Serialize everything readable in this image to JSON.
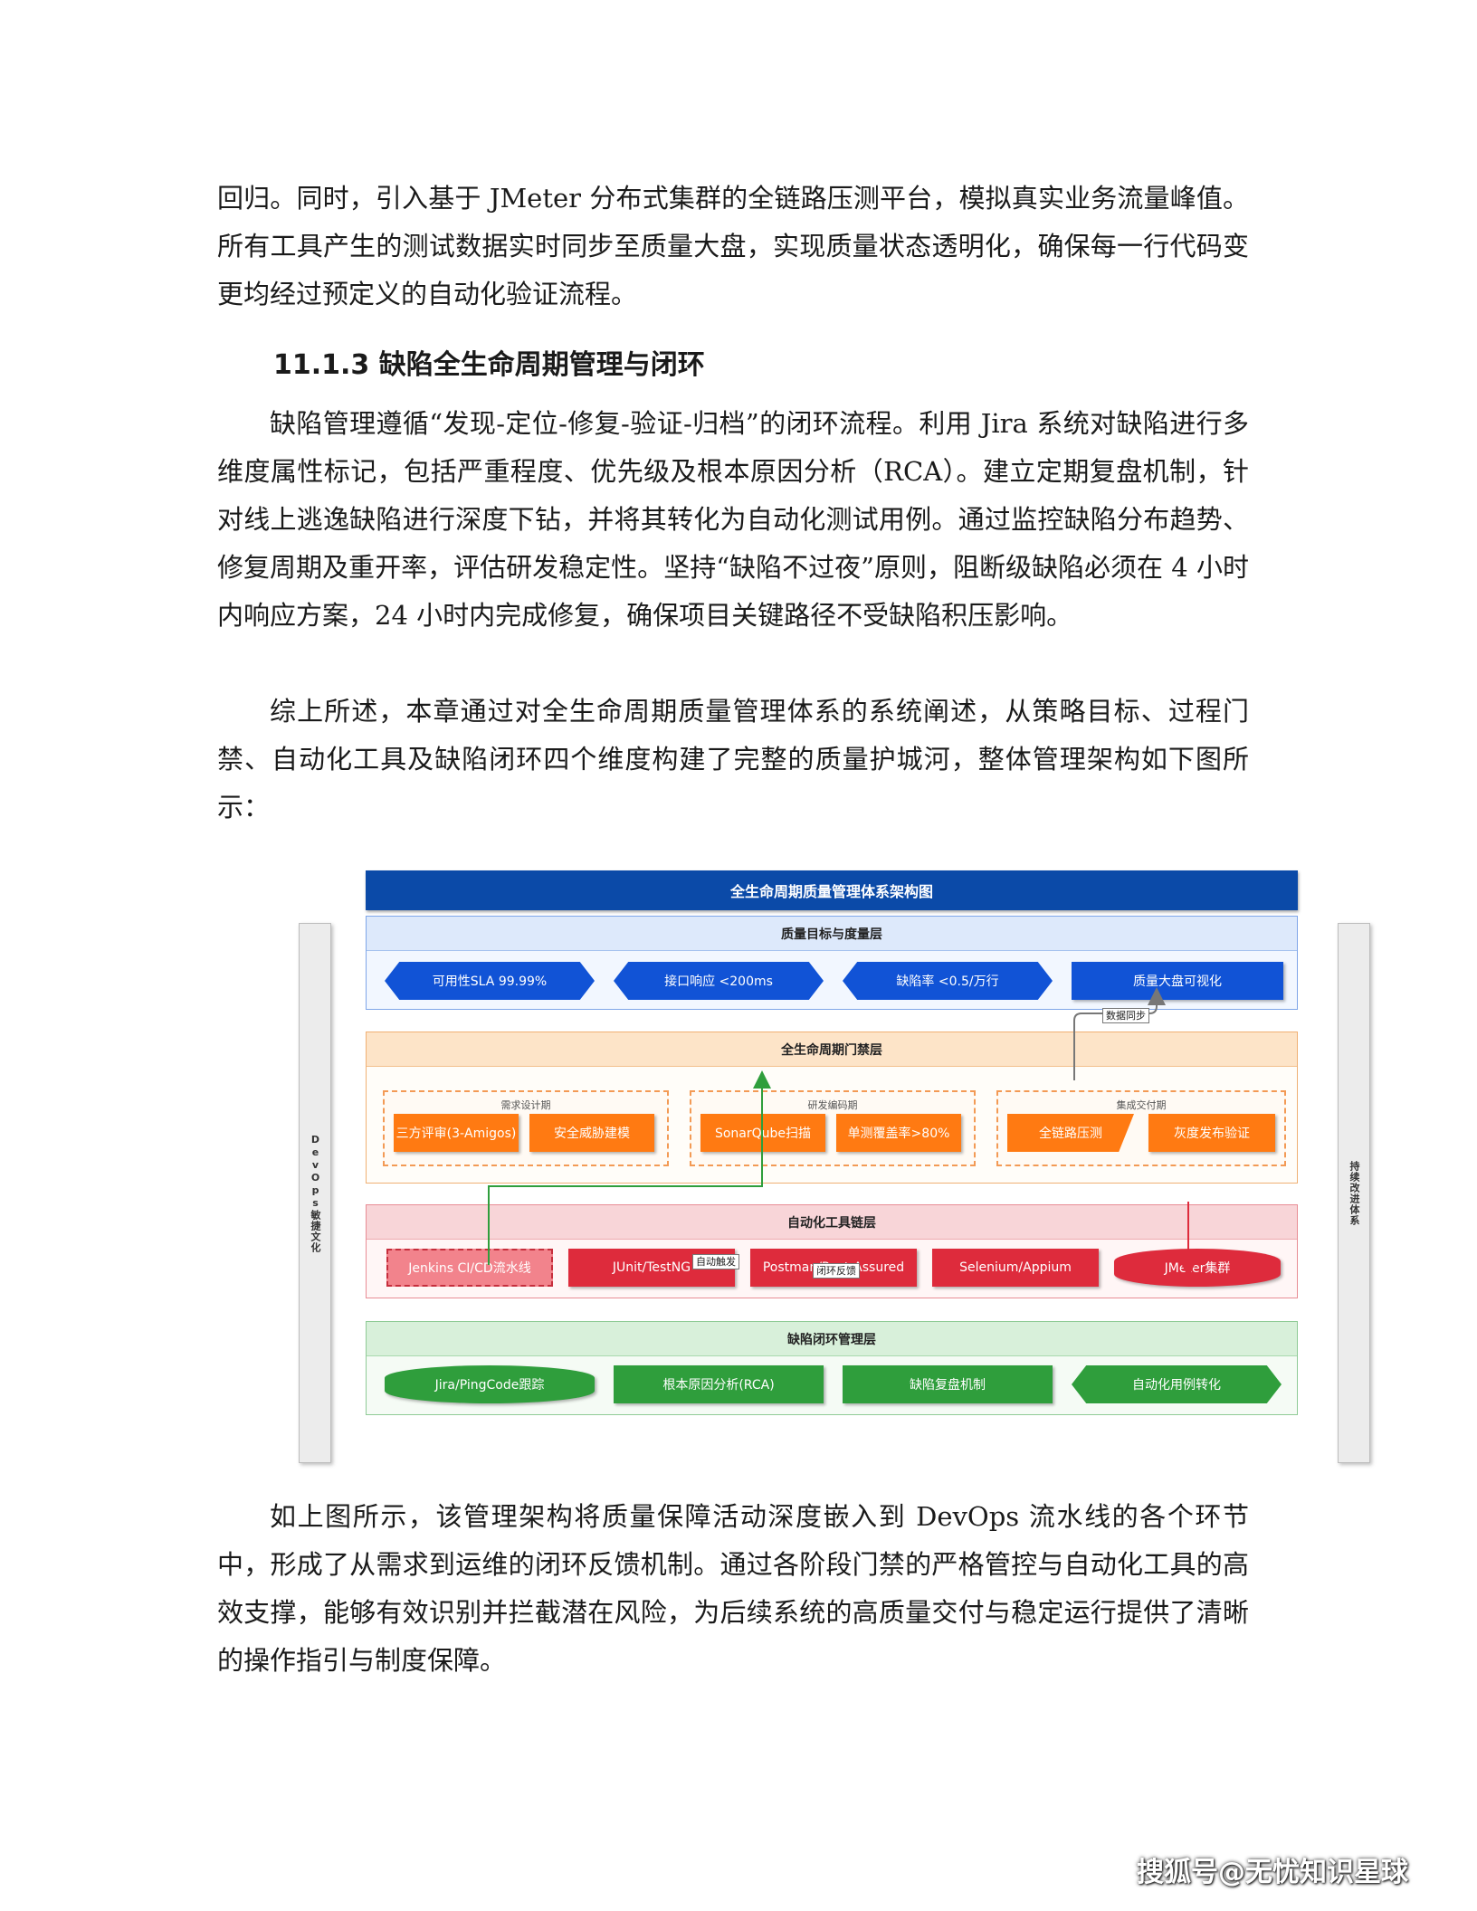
{
  "paragraphs": {
    "p1": "回归。同时，引入基于 JMeter 分布式集群的全链路压测平台，模拟真实业务流量峰值。所有工具产生的测试数据实时同步至质量大盘，实现质量状态透明化，确保每一行代码变更均经过预定义的自动化验证流程。",
    "heading": "11.1.3 缺陷全生命周期管理与闭环",
    "p2": "缺陷管理遵循“发现-定位-修复-验证-归档”的闭环流程。利用 Jira 系统对缺陷进行多维度属性标记，包括严重程度、优先级及根本原因分析（RCA）。建立定期复盘机制，针对线上逃逸缺陷进行深度下钻，并将其转化为自动化测试用例。通过监控缺陷分布趋势、修复周期及重开率，评估研发稳定性。坚持“缺陷不过夜”原则，阻断级缺陷必须在 4 小时内响应方案，24 小时内完成修复，确保项目关键路径不受缺陷积压影响。",
    "p3": "综上所述，本章通过对全生命周期质量管理体系的系统阐述，从策略目标、过程门禁、自动化工具及缺陷闭环四个维度构建了完整的质量护城河，整体管理架构如下图所示：",
    "p4": "如上图所示，该管理架构将质量保障活动深度嵌入到 DevOps 流水线的各个环节中，形成了从需求到运维的闭环反馈机制。通过各阶段门禁的严格管控与自动化工具的高效支撑，能够有效识别并拦截潜在风险，为后续系统的高质量交付与稳定运行提供了清晰的操作指引与制度保障。"
  },
  "diagram": {
    "title": "全生命周期质量管理体系架构图",
    "left_side": "DevOps敏捷文化",
    "right_side": "持续改进体系",
    "layers": {
      "goals": {
        "title": "质量目标与度量层",
        "items": [
          "可用性SLA 99.99%",
          "接口响应 <200ms",
          "缺陷率 <0.5/万行",
          "质量大盘可视化"
        ]
      },
      "gates": {
        "title": "全生命周期门禁层",
        "groups": [
          {
            "title": "需求设计期",
            "items": [
              "三方评审(3-Amigos)",
              "安全威胁建模"
            ]
          },
          {
            "title": "研发编码期",
            "items": [
              "SonarQube扫描",
              "单测覆盖率>80%"
            ]
          },
          {
            "title": "集成交付期",
            "items": [
              "全链路压测",
              "灰度发布验证"
            ]
          }
        ]
      },
      "tools": {
        "title": "自动化工具链层",
        "items": [
          "Jenkins CI/CD流水线",
          "JUnit/TestNG",
          "Postman/Rest-Assured",
          "Selenium/Appium",
          "JMeter集群"
        ]
      },
      "defects": {
        "title": "缺陷闭环管理层",
        "items": [
          "Jira/PingCode跟踪",
          "根本原因分析(RCA)",
          "缺陷复盘机制",
          "自动化用例转化"
        ]
      }
    },
    "edge_labels": {
      "data_sync": "数据同步",
      "auto_trigger": "自动触发",
      "loop_feedback": "闭环反馈"
    },
    "colors": {
      "blue": "#1153d6",
      "orange": "#ff7a12",
      "red": "#de2b3c",
      "green": "#2f9e3c",
      "title_bar": "#0b4aa8"
    }
  },
  "footer": {
    "watermark": "搜狐号@无忧知识星球"
  }
}
